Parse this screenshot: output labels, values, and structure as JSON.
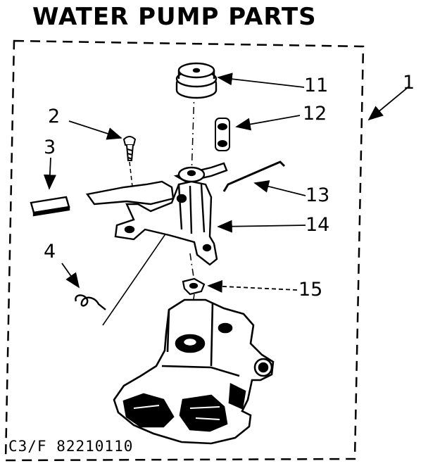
{
  "title": "WATER PUMP PARTS",
  "footer_code": "C3/F 82210110",
  "callouts": {
    "c1": "1",
    "c2": "2",
    "c3": "3",
    "c4": "4",
    "c11": "11",
    "c12": "12",
    "c13": "13",
    "c14": "14",
    "c15": "15"
  }
}
